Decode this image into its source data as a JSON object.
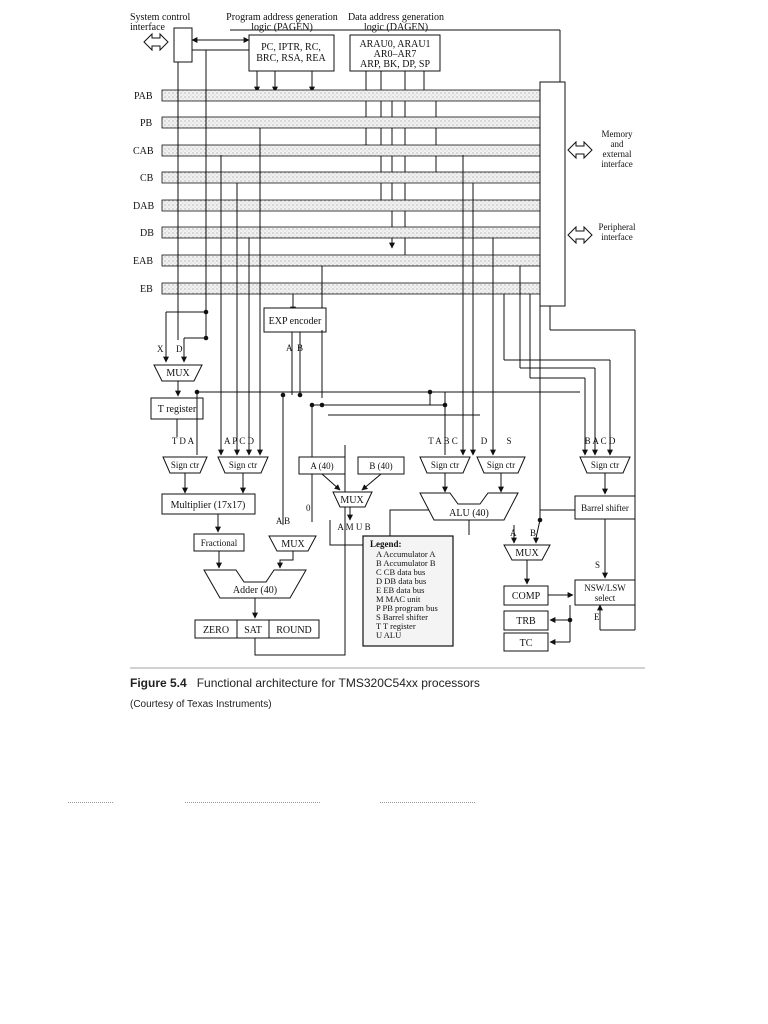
{
  "diagram": {
    "top_labels": {
      "system_control": [
        "System control",
        "interface"
      ],
      "pagen_title": [
        "Program address generation",
        "logic (PAGEN)"
      ],
      "dagen_title": [
        "Data address generation",
        "logic (DAGEN)"
      ]
    },
    "pagen_regs": [
      "PC, IPTR, RC,",
      "BRC, RSA, REA"
    ],
    "dagen_regs": [
      "ARAU0, ARAU1",
      "AR0–AR7",
      "ARP, BK, DP, SP"
    ],
    "buses": [
      "PAB",
      "PB",
      "CAB",
      "CB",
      "DAB",
      "DB",
      "EAB",
      "EB"
    ],
    "right_labels": {
      "memory": [
        "Memory",
        "and",
        "external",
        "interface"
      ],
      "peripheral": [
        "Peripheral",
        "interface"
      ]
    },
    "blocks": {
      "exp_encoder": "EXP encoder",
      "mux_t": "MUX",
      "t_register": "T register",
      "sign_ctr": "Sign ctr",
      "multiplier": "Multiplier (17x17)",
      "fractional": "Fractional",
      "mux_adder": "MUX",
      "adder": "Adder (40)",
      "zero": "ZERO",
      "sat": "SAT",
      "round": "ROUND",
      "acc_a": "A (40)",
      "acc_b": "B (40)",
      "mux_alu": "MUX",
      "alu": "ALU (40)",
      "barrel_shifter": "Barrel shifter",
      "mux_comp": "MUX",
      "comp": "COMP",
      "nsw_lsw": [
        "NSW/LSW",
        "select"
      ],
      "trb": "TRB",
      "tc": "TC"
    },
    "port_labels": {
      "x": "X",
      "d": "D",
      "exp_a": "A",
      "exp_b": "B",
      "sc1": "T D A",
      "sc2": "A P C D",
      "sc3": "T A B C",
      "sc4": "D",
      "sc5": "S",
      "sc6": "B A C D",
      "mux_adder_in": "A B",
      "zero_in": "0",
      "mux_alu_in": "A M U B",
      "comp_a": "A",
      "comp_b": "B",
      "s": "S",
      "e": "E"
    },
    "legend": {
      "title": "Legend:",
      "items": [
        "A  Accumulator A",
        "B  Accumulator B",
        "C  CB data bus",
        "D  DB data bus",
        "E  EB data bus",
        "M  MAC unit",
        "P  PB program bus",
        "S  Barrel shifter",
        "T  T register",
        "U  ALU"
      ]
    }
  },
  "caption": {
    "figure_number": "Figure 5.4",
    "title": "Functional architecture for TMS320C54xx processors",
    "credit": "(Courtesy of Texas Instruments)"
  }
}
